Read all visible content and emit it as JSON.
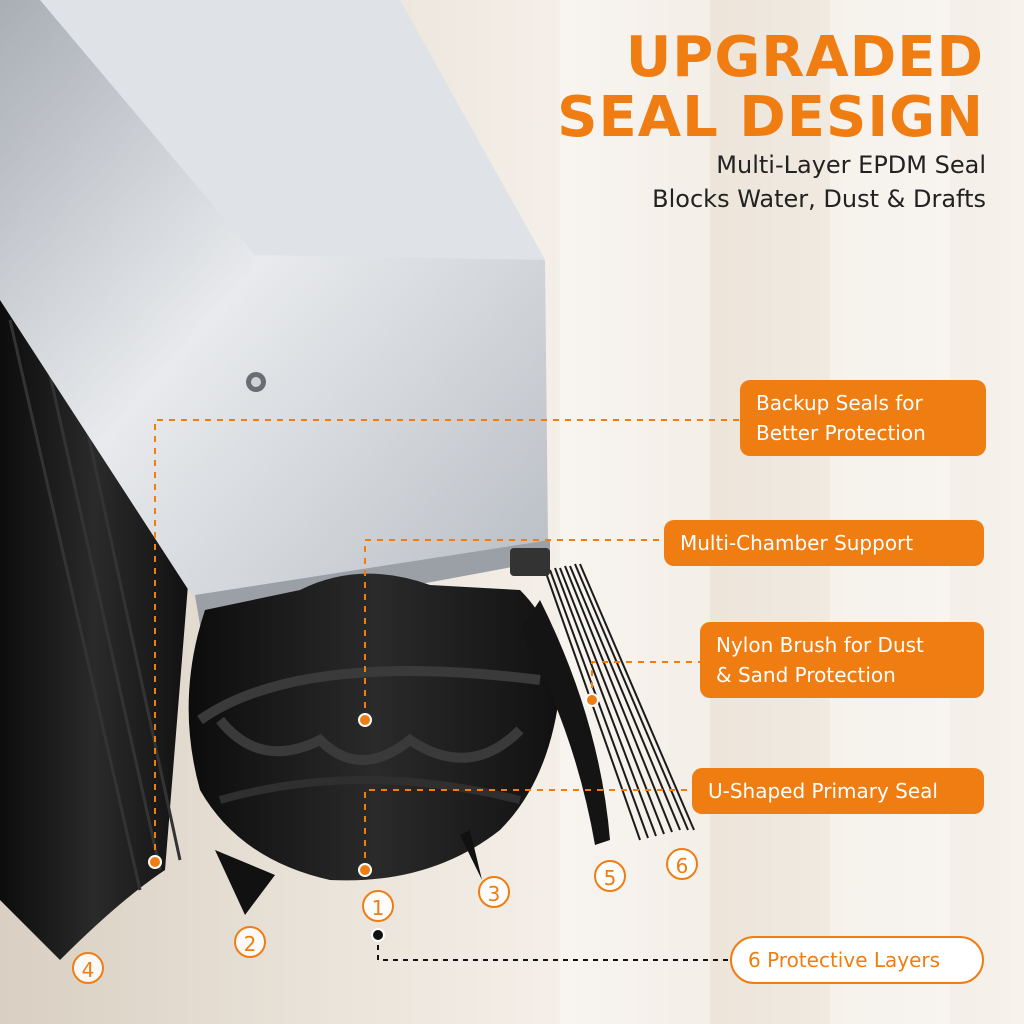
{
  "headline": {
    "line1": "UPGRADED",
    "line2": "SEAL DESIGN"
  },
  "subheadline": {
    "line1": "Multi-Layer EPDM Seal",
    "line2": "Blocks Water, Dust & Drafts"
  },
  "callouts": {
    "backup": {
      "line1": "Backup Seals for",
      "line2": "Better Protection"
    },
    "chamber": "Multi-Chamber Support",
    "brush": {
      "line1": "Nylon Brush for Dust",
      "line2": "& Sand Protection"
    },
    "primary": "U-Shaped Primary Seal",
    "layers": "6 Protective Layers"
  },
  "layer_numbers": [
    "1",
    "2",
    "3",
    "4",
    "5",
    "6"
  ],
  "colors": {
    "accent": "#ef7d12",
    "seal": "#141414",
    "aluminum": "#c9cdd2"
  }
}
